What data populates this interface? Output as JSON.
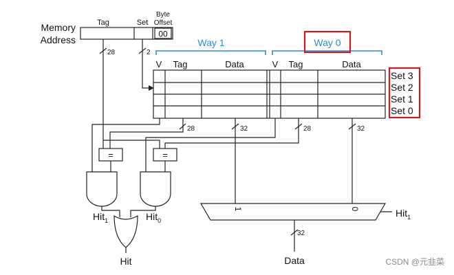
{
  "address": {
    "label_line1": "Memory",
    "label_line2": "Address",
    "field_tag": "Tag",
    "field_set": "Set",
    "field_byte_line1": "Byte",
    "field_byte_line2": "Offset",
    "byte_value": "00",
    "tag_width": "28",
    "set_width": "2"
  },
  "ways": [
    {
      "title": "Way 1",
      "col_v": "V",
      "col_tag": "Tag",
      "col_data": "Data"
    },
    {
      "title": "Way 0",
      "col_v": "V",
      "col_tag": "Tag",
      "col_data": "Data"
    }
  ],
  "sets": [
    "Set 3",
    "Set 2",
    "Set 1",
    "Set 0"
  ],
  "bus_widths": {
    "way1_tag": "28",
    "way1_data": "32",
    "way0_tag": "28",
    "way0_data": "32",
    "out_data": "32"
  },
  "comparator_symbol": "=",
  "hit1": {
    "base": "Hit",
    "sub": "1"
  },
  "hit0": {
    "base": "Hit",
    "sub": "0"
  },
  "hit_output": "Hit",
  "mux": {
    "input_1": "1",
    "input_0": "0",
    "select_base": "Hit",
    "select_sub": "1"
  },
  "data_output": "Data",
  "watermark": "CSDN @元韭菜"
}
